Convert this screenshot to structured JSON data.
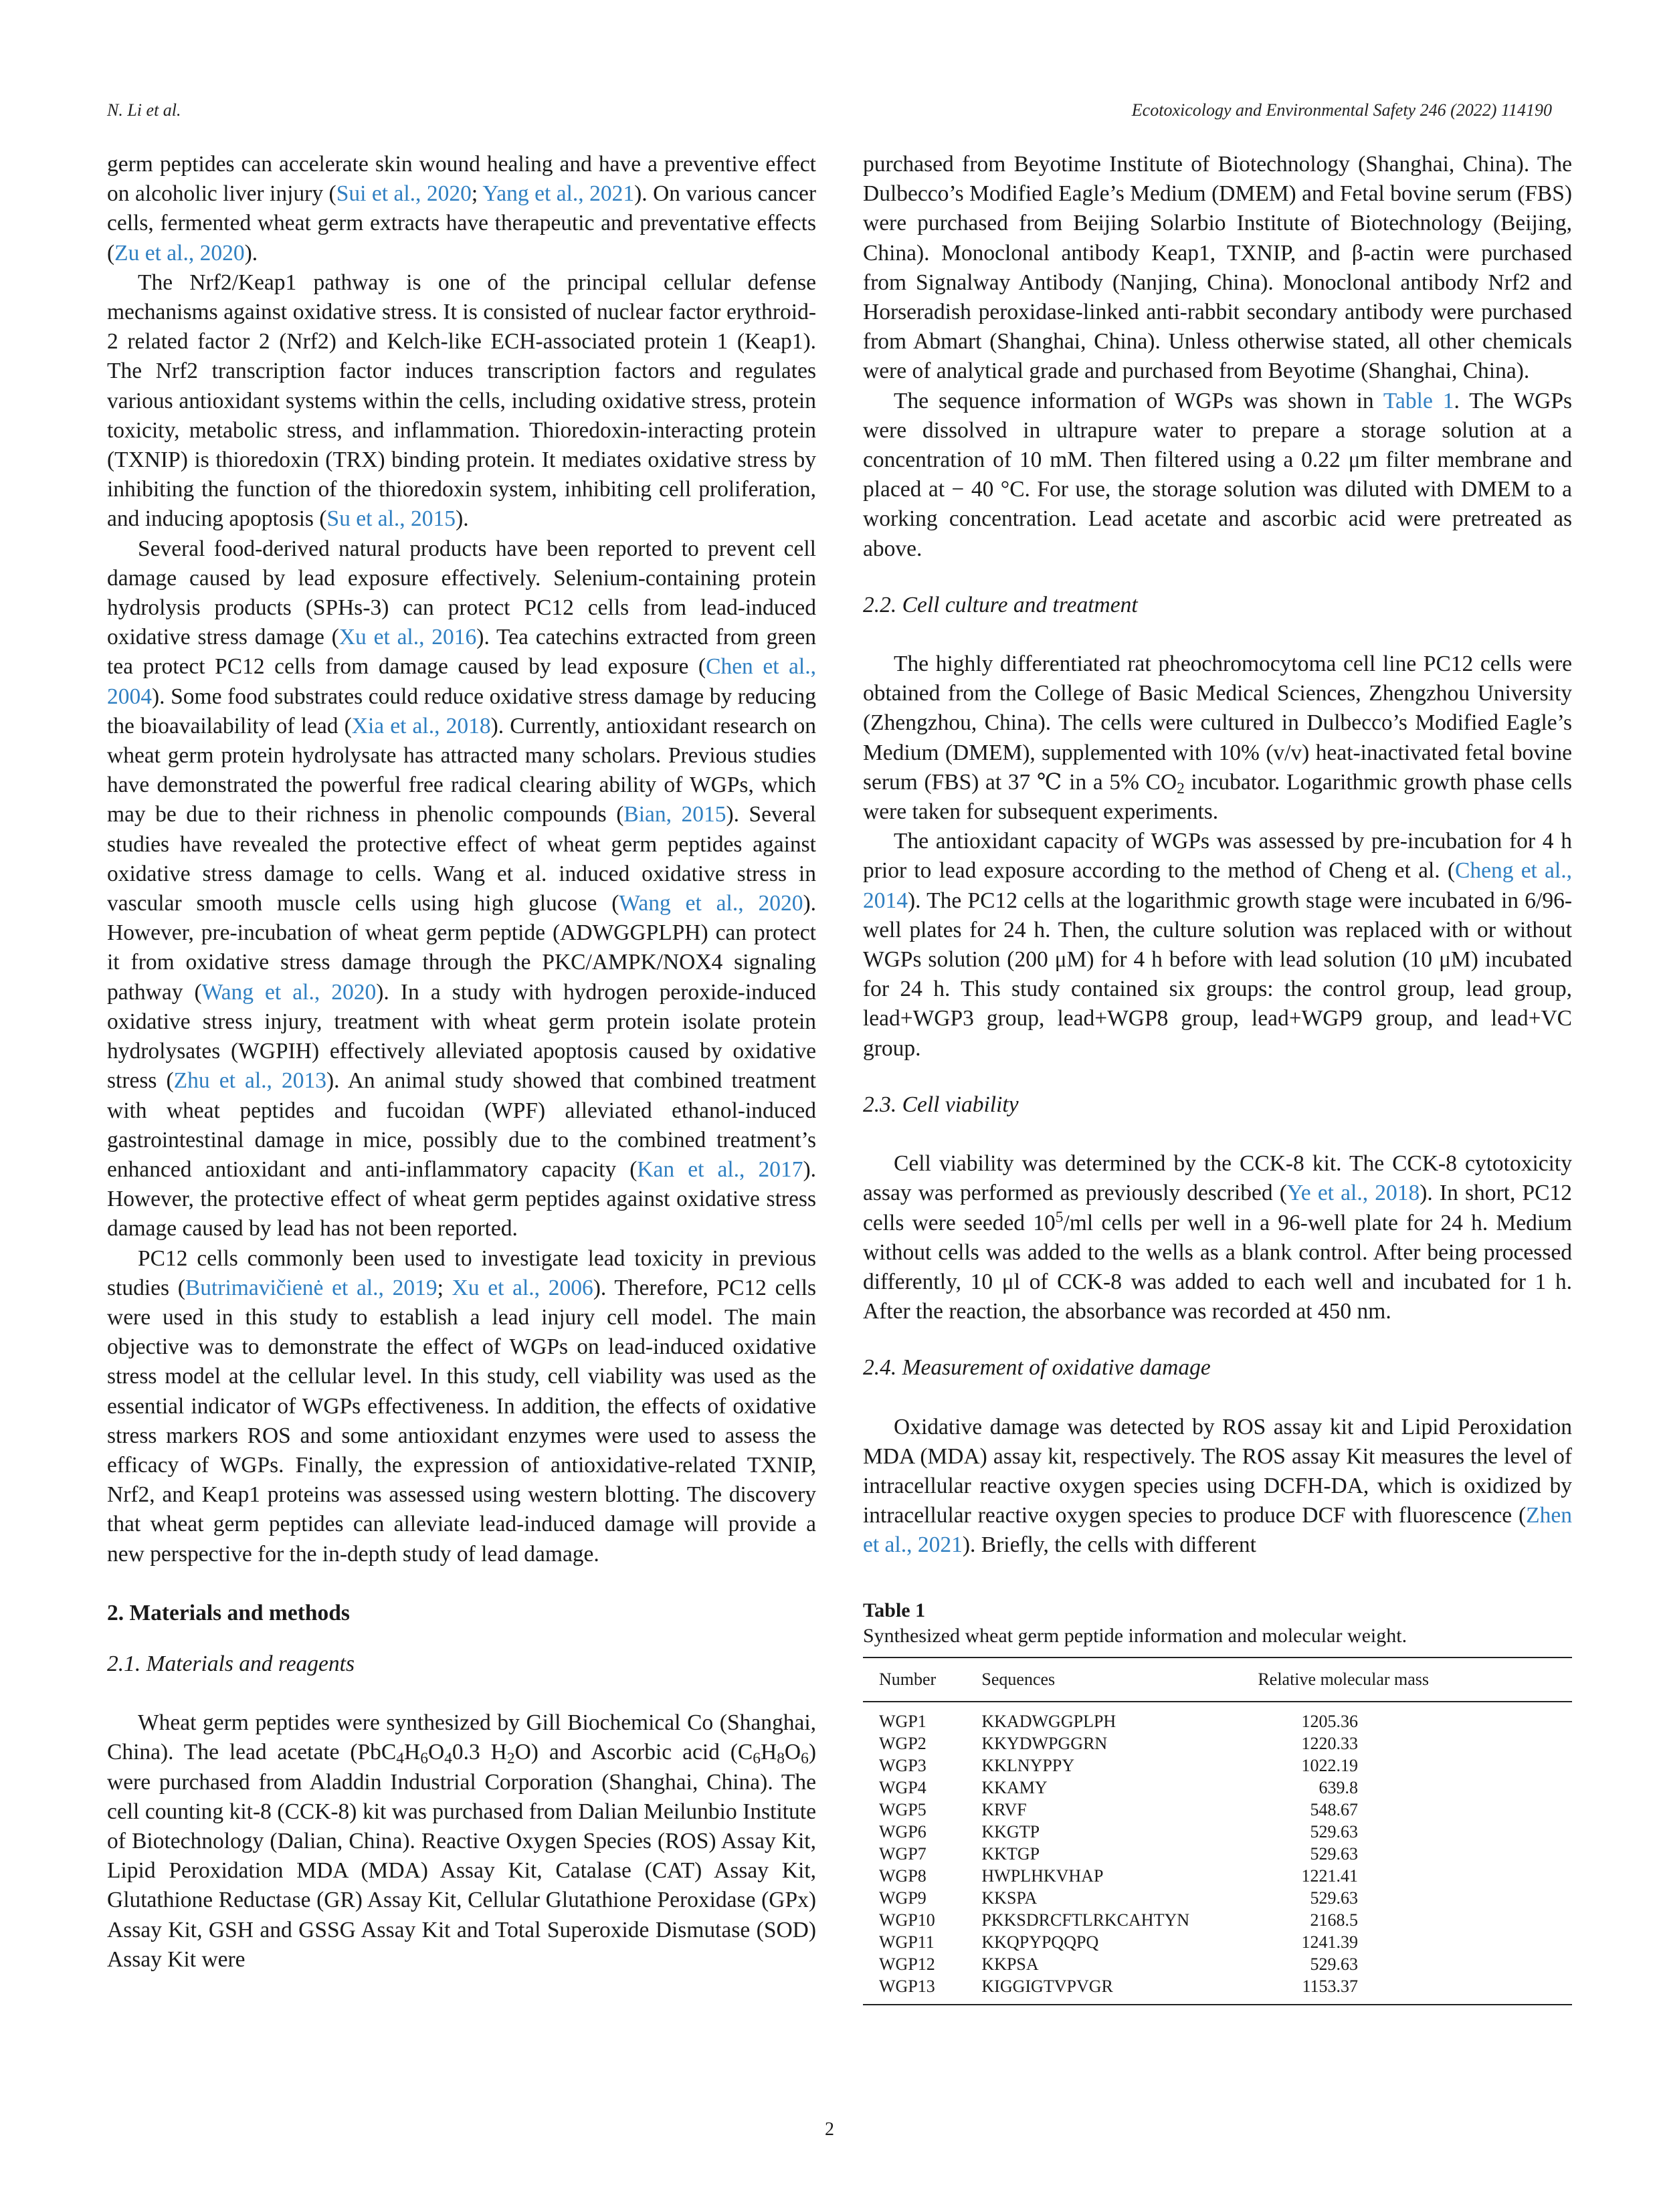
{
  "header": {
    "left": "N. Li et al.",
    "right": "Ecotoxicology and Environmental Safety 246 (2022) 114190"
  },
  "left_column": {
    "p1": {
      "t1": "germ peptides can accelerate skin wound healing and have a preventive effect on alcoholic liver injury (",
      "c1": "Sui et al., 2020",
      "t2": "; ",
      "c2": "Yang et al., 2021",
      "t3": "). On various cancer cells, fermented wheat germ extracts have therapeutic and preventative effects (",
      "c3": "Zu et al., 2020",
      "t4": ")."
    },
    "p2": {
      "t1": "The Nrf2/Keap1 pathway is one of the principal cellular defense mechanisms against oxidative stress. It is consisted of nuclear factor erythroid-2 related factor 2 (Nrf2) and Kelch-like ECH-associated protein 1 (Keap1). The Nrf2 transcription factor induces transcription factors and regulates various antioxidant systems within the cells, including oxidative stress, protein toxicity, metabolic stress, and inflammation. Thioredoxin-interacting protein (TXNIP) is thioredoxin (TRX) binding protein. It mediates oxidative stress by inhibiting the function of the thioredoxin system, inhibiting cell proliferation, and inducing apoptosis (",
      "c1": "Su et al., 2015",
      "t2": ")."
    },
    "p3": {
      "t1": "Several food-derived natural products have been reported to prevent cell damage caused by lead exposure effectively. Selenium-containing protein hydrolysis products (SPHs-3) can protect PC12 cells from lead-induced oxidative stress damage (",
      "c1": "Xu et al., 2016",
      "t2": "). Tea catechins extracted from green tea protect PC12 cells from damage caused by lead exposure (",
      "c2": "Chen et al., 2004",
      "t3": "). Some food substrates could reduce oxidative stress damage by reducing the bioavailability of lead (",
      "c3": "Xia et al., 2018",
      "t4": "). Currently, antioxidant research on wheat germ protein hydrolysate has attracted many scholars. Previous studies have demonstrated the powerful free radical clearing ability of WGPs, which may be due to their richness in phenolic compounds (",
      "c4": "Bian, 2015",
      "t5": "). Several studies have revealed the protective effect of wheat germ peptides against oxidative stress damage to cells. Wang et al. induced oxidative stress in vascular smooth muscle cells using high glucose (",
      "c5": "Wang et al., 2020",
      "t6": "). However, pre-incubation of wheat germ peptide (ADWGGPLPH) can protect it from oxidative stress damage through the PKC/AMPK/NOX4 signaling pathway (",
      "c6": "Wang et al., 2020",
      "t7": "). In a study with hydrogen peroxide-induced oxidative stress injury, treatment with wheat germ protein isolate protein hydrolysates (WGPIH) effectively alleviated apoptosis caused by oxidative stress (",
      "c7": "Zhu et al., 2013",
      "t8": "). An animal study showed that combined treatment with wheat peptides and fucoidan (WPF) alleviated ethanol-induced gastrointestinal damage in mice, possibly due to the combined treatment’s enhanced antioxidant and anti-inflammatory capacity (",
      "c8": "Kan et al., 2017",
      "t9": "). However, the protective effect of wheat germ peptides against oxidative stress damage caused by lead has not been reported."
    },
    "p4": {
      "t1": "PC12 cells commonly been used to investigate lead toxicity in previous studies (",
      "c1": "Butrimavičienė et al., 2019",
      "t2": "; ",
      "c2": "Xu et al., 2006",
      "t3": "). Therefore, PC12 cells were used in this study to establish a lead injury cell model. The main objective was to demonstrate the effect of WGPs on lead-induced oxidative stress model at the cellular level. In this study, cell viability was used as the essential indicator of WGPs effectiveness. In addition, the effects of oxidative stress markers ROS and some antioxidant enzymes were used to assess the efficacy of WGPs. Finally, the expression of antioxidative-related TXNIP, Nrf2, and Keap1 proteins was assessed using western blotting. The discovery that wheat germ peptides can alleviate lead-induced damage will provide a new perspective for the in-depth study of lead damage."
    },
    "sec2": "2.  Materials and methods",
    "sec2_1": "2.1.  Materials and reagents",
    "p5": {
      "t1": "Wheat germ peptides were synthesized by Gill Biochemical Co (Shanghai, China). The lead acetate (PbC",
      "s1": "4",
      "t2": "H",
      "s2": "6",
      "t3": "O",
      "s3": "4",
      "t4": "0.3 H",
      "s4": "2",
      "t5": "O) and Ascorbic acid (C",
      "s5": "6",
      "t6": "H",
      "s6": "8",
      "t7": "O",
      "s7": "6",
      "t8": ") were purchased from Aladdin Industrial Corporation (Shanghai, China). The cell counting kit-8 (CCK-8) kit was purchased from Dalian Meilunbio Institute of Biotechnology (Dalian, China). Reactive Oxygen Species (ROS) Assay Kit, Lipid Peroxidation MDA (MDA) Assay Kit, Catalase (CAT) Assay Kit, Glutathione Reductase (GR) Assay Kit, Cellular Glutathione Peroxidase (GPx) Assay Kit, GSH and GSSG Assay Kit and Total Superoxide Dismutase (SOD) Assay Kit were"
    }
  },
  "right_column": {
    "p1": {
      "t1": "purchased from Beyotime Institute of Biotechnology (Shanghai, China). The Dulbecco’s Modified Eagle’s Medium (DMEM) and Fetal bovine serum (FBS) were purchased from Beijing Solarbio Institute of Biotechnology (Beijing, China). Monoclonal antibody Keap1, TXNIP, and β-actin were purchased from Signalway Antibody (Nanjing, China). Monoclonal antibody Nrf2 and Horseradish peroxidase-linked anti-rabbit secondary antibody were purchased from Abmart (Shanghai, China). Unless otherwise stated, all other chemicals were of analytical grade and purchased from Beyotime (Shanghai, China)."
    },
    "p2": {
      "t1": "The sequence information of WGPs was shown in ",
      "c1": "Table 1",
      "t2": ". The WGPs were dissolved in ultrapure water to prepare a storage solution at a concentration of 10 mM. Then filtered using a 0.22 μm filter membrane and placed at − 40 °C. For use, the storage solution was diluted with DMEM to a working concentration. Lead acetate and ascorbic acid were pretreated as above."
    },
    "sec2_2": "2.2.  Cell culture and treatment",
    "p3": {
      "t1": "The highly differentiated rat pheochromocytoma cell line PC12 cells were obtained from the College of Basic Medical Sciences, Zhengzhou University (Zhengzhou, China). The cells were cultured in Dulbecco’s Modified Eagle’s Medium (DMEM), supplemented with 10% (v/v) heat-inactivated fetal bovine serum (FBS) at 37 ℃ in a 5% CO",
      "s1": "2",
      "t2": " incubator. Logarithmic growth phase cells were taken for subsequent experiments."
    },
    "p4": {
      "t1": "The antioxidant capacity of WGPs was assessed by pre-incubation for 4 h prior to lead exposure according to the method of Cheng et al. (",
      "c1": "Cheng et al., 2014",
      "t2": "). The PC12 cells at the logarithmic growth stage were incubated in 6/96-well plates for 24 h. Then, the culture solution was replaced with or without WGPs solution (200 μM) for 4 h before with lead solution (10 μM) incubated for 24 h. This study contained six groups: the control group, lead group, lead+WGP3 group, lead+WGP8 group, lead+WGP9 group, and lead+VC group."
    },
    "sec2_3": "2.3.  Cell viability",
    "p5": {
      "t1": "Cell viability was determined by the CCK-8 kit. The CCK-8 cytotoxicity assay was performed as previously described (",
      "c1": "Ye et al., 2018",
      "t2": "). In short, PC12 cells were seeded 10",
      "sup1": "5",
      "t3": "/ml cells per well in a 96-well plate for 24 h. Medium without cells was added to the wells as a blank control. After being processed differently, 10 μl of CCK-8 was added to each well and incubated for 1 h. After the reaction, the absorbance was recorded at 450 nm."
    },
    "sec2_4": "2.4.  Measurement of oxidative damage",
    "p6": {
      "t1": "Oxidative damage was detected by ROS assay kit and Lipid Peroxidation MDA (MDA) assay kit, respectively. The ROS assay Kit measures the level of intracellular reactive oxygen species using DCFH-DA, which is oxidized by intracellular reactive oxygen species to produce DCF with fluorescence (",
      "c1": "Zhen et al., 2021",
      "t2": "). Briefly, the cells with different"
    }
  },
  "table1": {
    "title": "Table 1",
    "caption": "Synthesized wheat germ peptide information and molecular weight.",
    "headers": [
      "Number",
      "Sequences",
      "Relative molecular mass"
    ],
    "rows": [
      [
        "WGP1",
        "KKADWGGPLPH",
        "1205.36"
      ],
      [
        "WGP2",
        "KKYDWPGGRN",
        "1220.33"
      ],
      [
        "WGP3",
        "KKLNYPPY",
        "1022.19"
      ],
      [
        "WGP4",
        "KKAMY",
        "639.8"
      ],
      [
        "WGP5",
        "KRVF",
        "548.67"
      ],
      [
        "WGP6",
        "KKGTP",
        "529.63"
      ],
      [
        "WGP7",
        "KKTGP",
        "529.63"
      ],
      [
        "WGP8",
        "HWPLHKVHAP",
        "1221.41"
      ],
      [
        "WGP9",
        "KKSPA",
        "529.63"
      ],
      [
        "WGP10",
        "PKKSDRCFTLRKCAHTYN",
        "2168.5"
      ],
      [
        "WGP11",
        "KKQPYPQQPQ",
        "1241.39"
      ],
      [
        "WGP12",
        "KKPSA",
        "529.63"
      ],
      [
        "WGP13",
        "KIGGIGTVPVGR",
        "1153.37"
      ]
    ]
  },
  "page_number": "2",
  "colors": {
    "link": "#2f7fc1",
    "text": "#1a1a1a"
  }
}
